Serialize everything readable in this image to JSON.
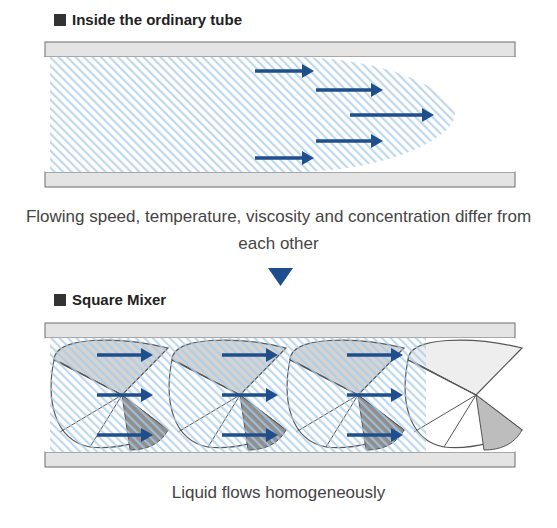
{
  "diagram": {
    "labels": [
      "Inside the ordinary tube",
      "Flowing speed, temperature, viscosity and concentration differ from each other",
      "Square Mixer",
      "Liquid flows homogeneously"
    ]
  }
}
